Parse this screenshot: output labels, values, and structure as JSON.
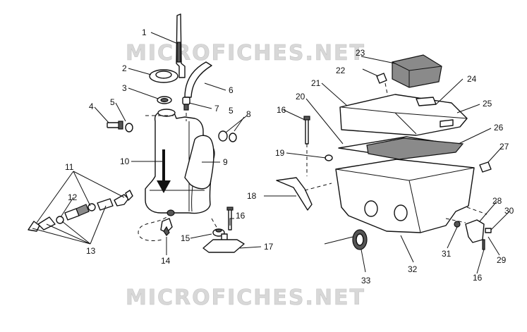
{
  "watermark": {
    "top": "MICROFICHES.NET",
    "bottom": "MICROFICHES.NET"
  },
  "colors": {
    "ink": "#111111",
    "watermark": "#d8d8d8",
    "background": "#ffffff"
  },
  "callouts": {
    "c1": "1",
    "c2": "2",
    "c3": "3",
    "c4": "4",
    "c5a": "5",
    "c5b": "5",
    "c6": "6",
    "c7": "7",
    "c8": "8",
    "c9": "9",
    "c10": "10",
    "c11": "11",
    "c12": "12",
    "c13": "13",
    "c14": "14",
    "c15": "15",
    "c16a": "16",
    "c16b": "16",
    "c16c": "16",
    "c17": "17",
    "c18": "18",
    "c19": "19",
    "c20": "20",
    "c21": "21",
    "c22": "22",
    "c23": "23",
    "c24": "24",
    "c25": "25",
    "c26": "26",
    "c27": "27",
    "c28": "28",
    "c29": "29",
    "c30": "30",
    "c31": "31",
    "c32": "32",
    "c33": "33"
  }
}
